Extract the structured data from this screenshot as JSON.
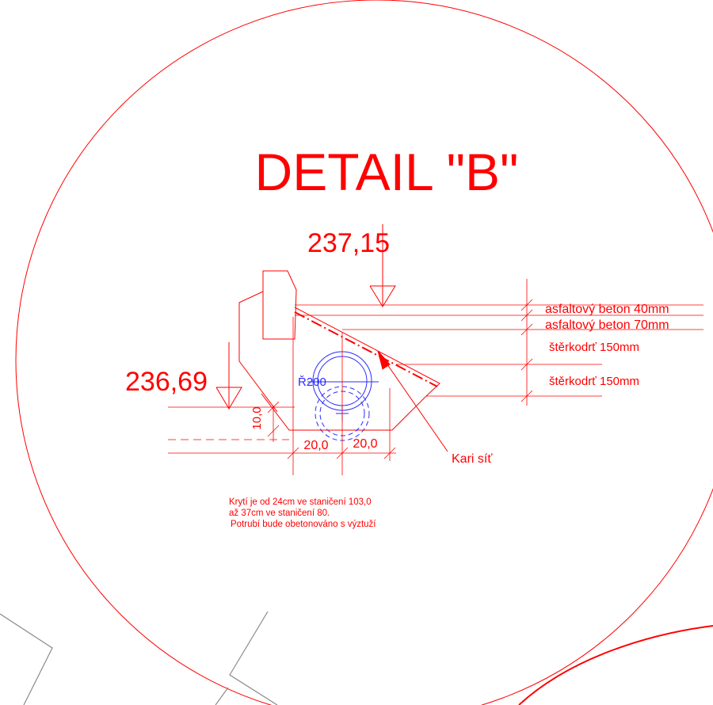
{
  "title": "DETAIL  \"B\"",
  "elevations": {
    "top": "237,15",
    "bottom": "236,69"
  },
  "layers": [
    "asfaltový beton 40mm",
    "asfaltový beton 70mm",
    "štěrkodrť 150mm",
    "štěrkodrť 150mm"
  ],
  "pipe_label": "Ř200",
  "dims": {
    "vertical": "10,0",
    "left": "20,0",
    "right": "20,0"
  },
  "mesh_label": "Kari síť",
  "notes": [
    "Krytí je od 24cm ve staničení 103,0",
    "až 37cm  ve staničení 80.",
    "Potrubí bude obetonováno s výztuží"
  ],
  "colors": {
    "drawing": "#ff0000",
    "pipe": "#2b2bff",
    "background_lines": "#8a8a8a"
  }
}
